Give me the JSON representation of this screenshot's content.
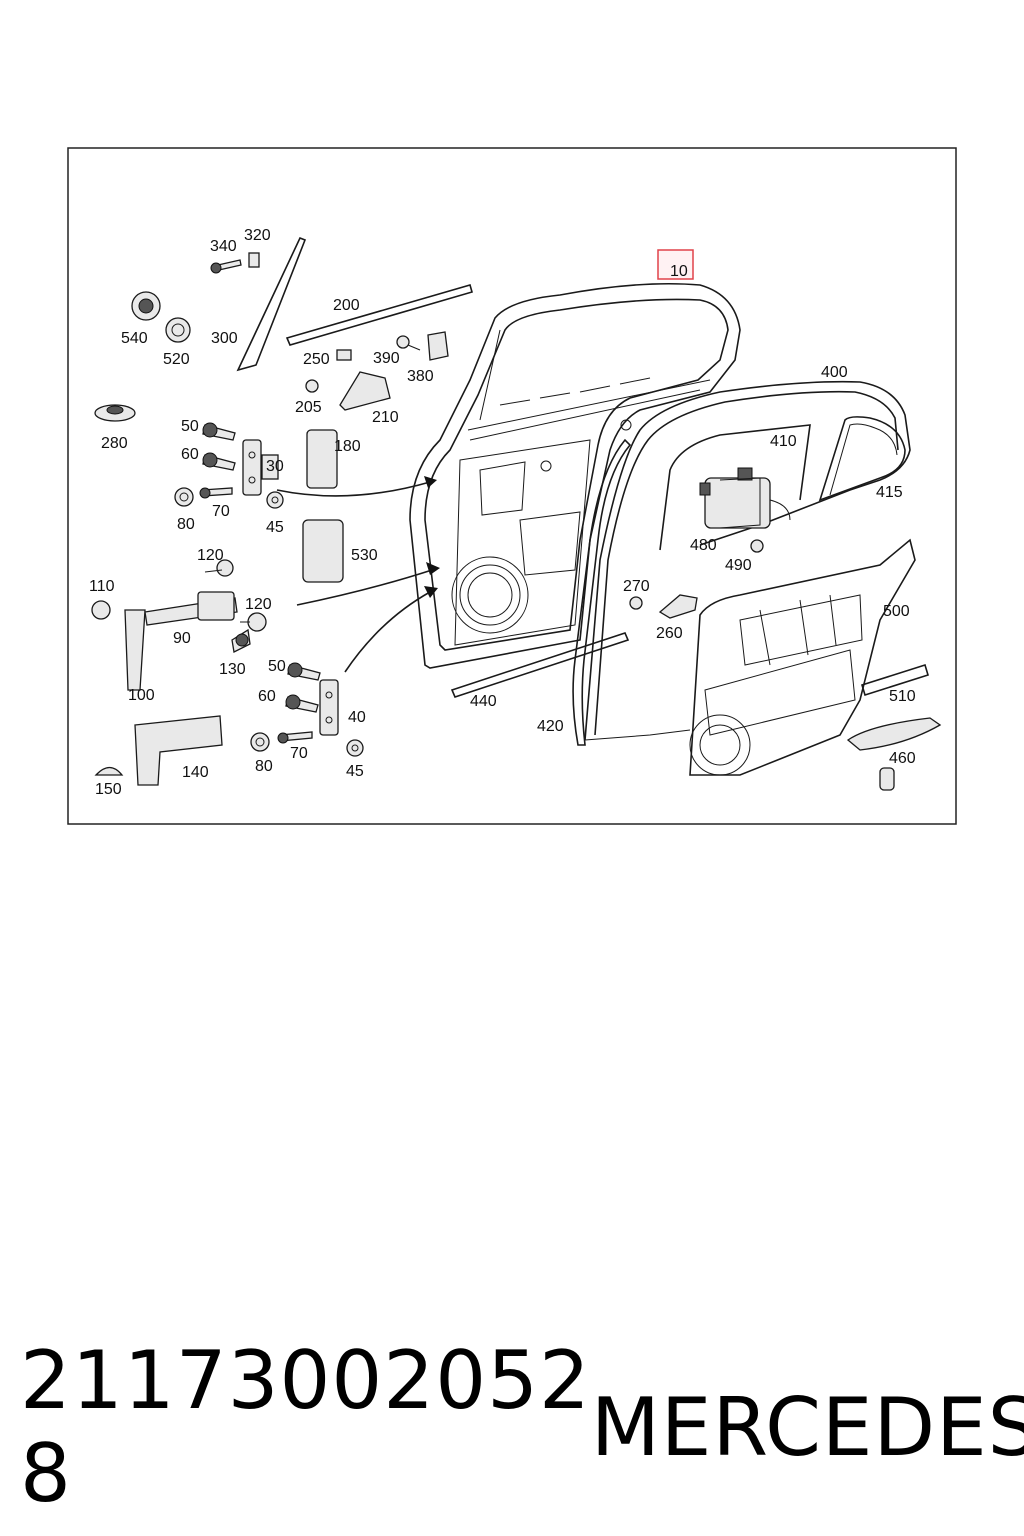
{
  "diagram": {
    "part_labels": [
      "10",
      "30",
      "40",
      "45",
      "45",
      "50",
      "50",
      "60",
      "60",
      "70",
      "70",
      "80",
      "80",
      "90",
      "100",
      "110",
      "120",
      "120",
      "130",
      "140",
      "150",
      "180",
      "200",
      "205",
      "210",
      "250",
      "260",
      "270",
      "280",
      "300",
      "320",
      "340",
      "380",
      "390",
      "400",
      "410",
      "415",
      "420",
      "440",
      "460",
      "480",
      "490",
      "500",
      "510",
      "520",
      "530",
      "540"
    ],
    "highlighted_label": "10",
    "highlight_color": "#e0424a"
  },
  "caption": {
    "part_number": "21173002052​8",
    "brand": "MERCEDES"
  }
}
